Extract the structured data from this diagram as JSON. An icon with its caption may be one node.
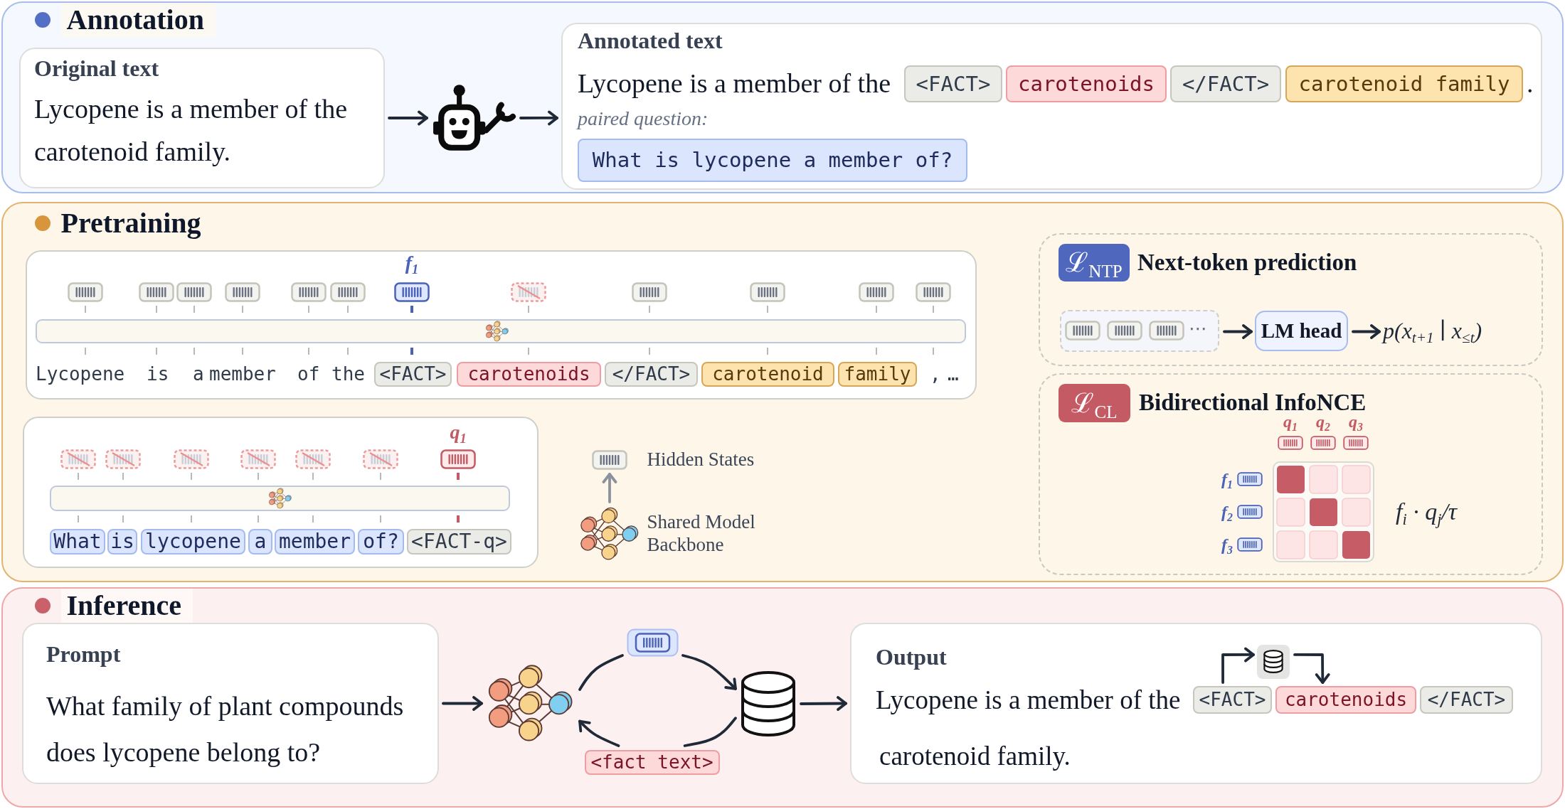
{
  "diagram": {
    "nodes": [
      {
        "text": [
          "Annotation"
        ]
      },
      {
        "text": [
          "Original text",
          "Lycopene is a member of the carotenoid family."
        ],
        "in": 0
      },
      {
        "text": [],
        "shape": "picture",
        "in": 0
      },
      {
        "text": [
          "Annotated text",
          "Lycopene is a member of the",
          ".",
          "paired question:"
        ],
        "in": 0
      },
      {
        "text": [
          "<FACT>"
        ],
        "in": 3
      },
      {
        "text": [
          "carotenoids"
        ],
        "in": 3
      },
      {
        "text": [
          "</FACT>"
        ],
        "in": 3
      },
      {
        "text": [
          "carotenoid family"
        ],
        "in": 3
      },
      {
        "text": [
          "What is lycopene a member of?"
        ],
        "in": 3
      },
      {
        "text": [
          "Pretraining"
        ]
      },
      {
        "text": [
          "f$_{1}$",
          "Lycopene",
          "is",
          "a",
          "member",
          "of",
          "the",
          ",",
          "…"
        ],
        "in": 9
      },
      {
        "text": [
          "<FACT>"
        ],
        "in": 10
      },
      {
        "text": [
          "carotenoids"
        ],
        "in": 10
      },
      {
        "text": [
          "</FACT>"
        ],
        "in": 10
      },
      {
        "text": [
          "carotenoid"
        ],
        "in": 10
      },
      {
        "text": [
          "family"
        ],
        "in": 10
      },
      {
        "text": [
          "q$_{1}$"
        ],
        "in": 9
      },
      {
        "text": [
          "What"
        ],
        "in": 16
      },
      {
        "text": [
          "is"
        ],
        "in": 16
      },
      {
        "text": [
          "lycopene"
        ],
        "in": 16
      },
      {
        "text": [
          "a"
        ],
        "in": 16
      },
      {
        "text": [
          "member"
        ],
        "in": 16
      },
      {
        "text": [
          "of?"
        ],
        "in": 16
      },
      {
        "text": [
          "<FACT-q>"
        ],
        "in": 16
      },
      {
        "text": [],
        "shape": "picture",
        "beside": [
          "Hidden States"
        ],
        "in": 9
      },
      {
        "text": [],
        "shape": "picture",
        "beside": [
          "Shared Model Backbone"
        ],
        "in": 9
      },
      {
        "text": [
          "Next-token prediction"
        ],
        "in": 9
      },
      {
        "text": [
          "ℒ$_{NTP}$"
        ],
        "in": 26
      },
      {
        "text": [
          "⋯"
        ],
        "in": 26
      },
      {
        "text": [
          "LM head"
        ],
        "in": 26
      },
      {
        "text": [
          "p(x$_{t+1}$ ∣ x$_{≤t}$)"
        ],
        "in": 26
      },
      {
        "text": [
          "Bidirectional InfoNCE",
          "q$_{1}$",
          "q$_{2}$",
          "q$_{3}$",
          "f$_{1}$",
          "f$_{2}$",
          "f$_{3}$",
          "f$_{i}$ · q$_{j}$/τ"
        ],
        "in": 9
      },
      {
        "text": [
          "ℒ$_{CL}$"
        ],
        "in": 31
      },
      {
        "text": [
          "Inference"
        ]
      },
      {
        "text": [
          "Prompt",
          "What family of plant compounds does lycopene belong to?"
        ],
        "in": 33
      },
      {
        "text": [],
        "shape": "picture",
        "in": 33
      },
      {
        "text": [],
        "shape": "picture",
        "in": 33
      },
      {
        "text": [
          "<fact text>"
        ],
        "in": 33
      },
      {
        "text": [],
        "shape": "cylinder",
        "in": 33
      },
      {
        "text": [
          "Output",
          "Lycopene is a member of the",
          "carotenoid family."
        ],
        "in": 33
      },
      {
        "text": [
          "<FACT>"
        ],
        "in": 39
      },
      {
        "text": [
          "carotenoids"
        ],
        "in": 39
      },
      {
        "text": [
          "</FACT>"
        ],
        "in": 39
      },
      {
        "text": [],
        "shape": "cylinder",
        "in": 39
      }
    ],
    "edges": [
      {
        "from": 1,
        "to": 2,
        "arrow": "to"
      },
      {
        "from": 2,
        "to": 3,
        "arrow": "to"
      },
      {
        "from": 25,
        "to": 24,
        "arrow": "to",
        "color": "#8b929c"
      },
      {
        "from": 28,
        "to": 29,
        "arrow": "to"
      },
      {
        "from": 29,
        "to": 30,
        "arrow": "to"
      },
      {
        "from": 34,
        "to": 35,
        "arrow": "to"
      },
      {
        "from": 35,
        "to": 36,
        "arrow": "none"
      },
      {
        "from": 36,
        "to": 38,
        "arrow": "to"
      },
      {
        "from": 38,
        "to": 37,
        "arrow": "none"
      },
      {
        "from": 37,
        "to": 35,
        "arrow": "to"
      },
      {
        "from": 38,
        "to": 39,
        "arrow": "to"
      },
      {
        "from": 40,
        "to": 43,
        "arrow": "to"
      },
      {
        "from": 43,
        "to": 41,
        "arrow": "to"
      }
    ]
  }
}
